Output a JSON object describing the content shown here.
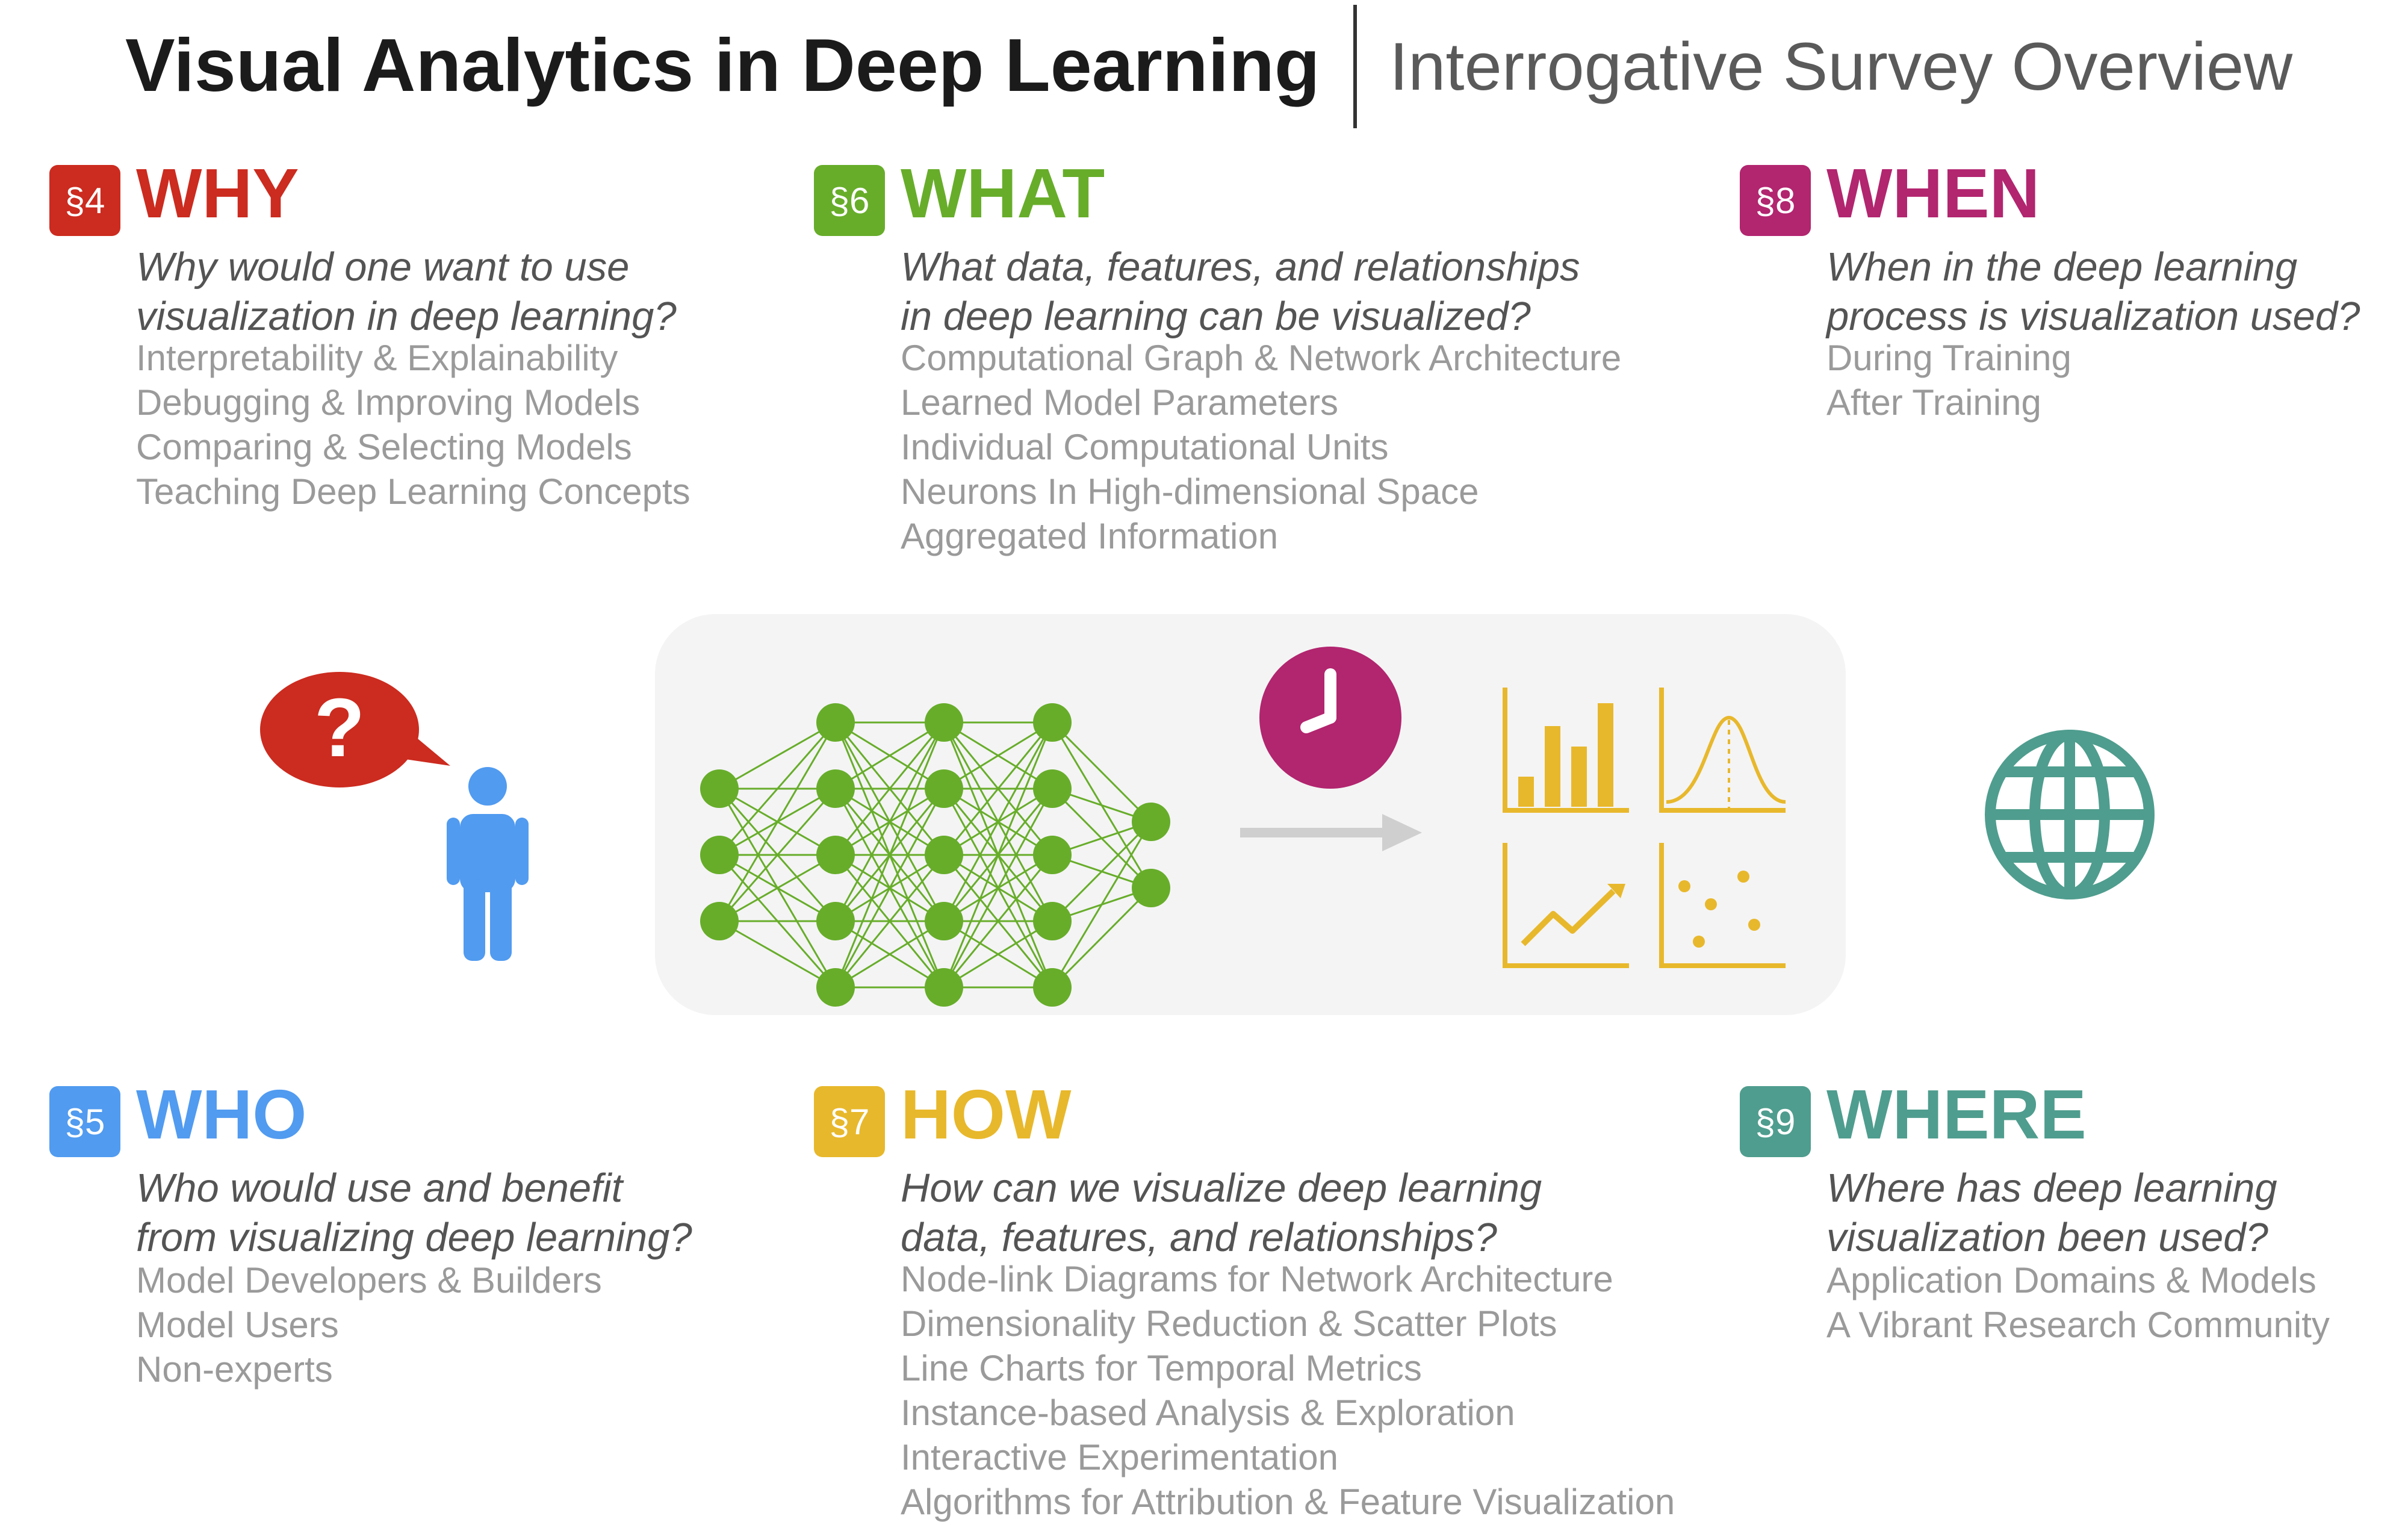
{
  "header": {
    "title": "Visual Analytics in Deep Learning",
    "subtitle": "Interrogative Survey Overview"
  },
  "sections": {
    "why": {
      "badge": "§4",
      "title": "WHY",
      "color": "#cc2b1f",
      "question": "Why would one want to use\nvisualization in deep learning?",
      "items": [
        "Interpretability & Explainability",
        "Debugging & Improving Models",
        "Comparing & Selecting Models",
        "Teaching Deep Learning Concepts"
      ]
    },
    "what": {
      "badge": "§6",
      "title": "WHAT",
      "color": "#67ad2a",
      "question": "What data, features, and relationships\nin deep learning can be visualized?",
      "items": [
        "Computational Graph & Network Architecture",
        "Learned Model Parameters",
        "Individual Computational Units",
        "Neurons In High-dimensional Space",
        "Aggregated Information"
      ]
    },
    "when": {
      "badge": "§8",
      "title": "WHEN",
      "color": "#b2256f",
      "question": "When in the deep learning\nprocess is visualization used?",
      "items": [
        "During Training",
        "After Training"
      ]
    },
    "who": {
      "badge": "§5",
      "title": "WHO",
      "color": "#519bf0",
      "question": "Who would use and benefit\nfrom visualizing deep learning?",
      "items": [
        "Model Developers & Builders",
        "Model Users",
        "Non-experts"
      ]
    },
    "how": {
      "badge": "§7",
      "title": "HOW",
      "color": "#e8b82c",
      "question": "How can we visualize deep learning\ndata, features, and relationships?",
      "items": [
        "Node-link Diagrams for Network Architecture",
        "Dimensionality Reduction & Scatter Plots",
        "Line Charts for Temporal Metrics",
        "Instance-based Analysis & Exploration",
        "Interactive Experimentation",
        "Algorithms for Attribution & Feature Visualization"
      ]
    },
    "where": {
      "badge": "§9",
      "title": "WHERE",
      "color": "#4f9d8e",
      "question": "Where has deep learning\nvisualization been used?",
      "items": [
        "Application Domains & Models",
        "A Vibrant Research Community"
      ]
    }
  },
  "graphic": {
    "speech_bubble_symbol": "?",
    "icons": [
      "question-speech-bubble-icon",
      "person-icon",
      "neural-network-diagram",
      "clock-icon",
      "arrow-right-icon",
      "bar-chart-icon",
      "distribution-chart-icon",
      "line-chart-icon",
      "scatter-plot-icon",
      "globe-icon"
    ],
    "network_layers": [
      3,
      5,
      5,
      5,
      2
    ],
    "colors": {
      "panel": "#f4f4f4",
      "network": "#67ad2a",
      "person": "#519bf0",
      "bubble": "#cc2b1f",
      "clock": "#b2256f",
      "charts": "#e8b82c",
      "arrow": "#cfcfcf",
      "globe": "#4f9d8e"
    }
  }
}
